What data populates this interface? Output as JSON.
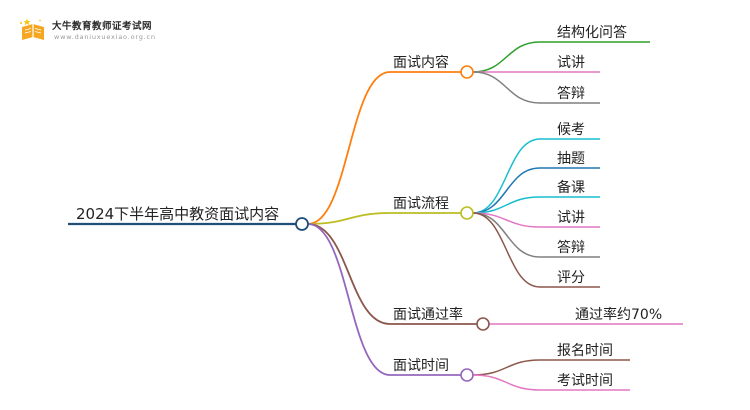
{
  "brand": {
    "name": "大牛教育教师证考试网",
    "url": "www.daniuxuexiao.org.cn",
    "colors": {
      "book": "#f5a623",
      "star": "#f5c518"
    }
  },
  "mindmap": {
    "root": {
      "label": "2024下半年高中教资面试内容",
      "color": "#1f4e79"
    },
    "branches": [
      {
        "label": "面试内容",
        "color": "#ff7f0e",
        "children": [
          {
            "label": "结构化问答",
            "color": "#2ca02c"
          },
          {
            "label": "试讲",
            "color": "#e377c2"
          },
          {
            "label": "答辩",
            "color": "#7f7f7f"
          }
        ]
      },
      {
        "label": "面试流程",
        "color": "#bcbd22",
        "children": [
          {
            "label": "候考",
            "color": "#17becf"
          },
          {
            "label": "抽题",
            "color": "#1f77b4"
          },
          {
            "label": "备课",
            "color": "#17becf"
          },
          {
            "label": "试讲",
            "color": "#e377c2"
          },
          {
            "label": "答辩",
            "color": "#7f7f7f"
          },
          {
            "label": "评分",
            "color": "#8c564b"
          }
        ]
      },
      {
        "label": "面试通过率",
        "color": "#8c564b",
        "children": [
          {
            "label": "通过率约70%",
            "color": "#e377c2"
          }
        ]
      },
      {
        "label": "面试时间",
        "color": "#9467bd",
        "children": [
          {
            "label": "报名时间",
            "color": "#8c564b"
          },
          {
            "label": "考试时间",
            "color": "#e377c2"
          }
        ]
      }
    ]
  }
}
